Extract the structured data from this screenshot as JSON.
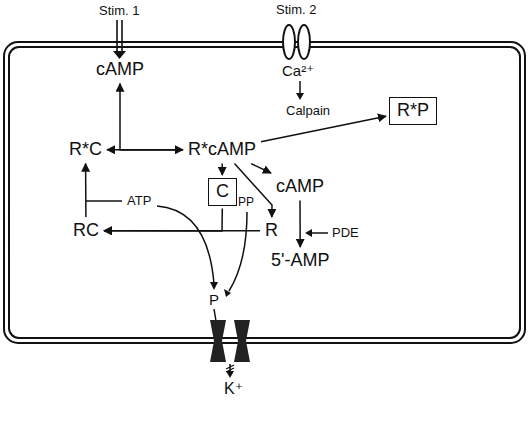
{
  "diagram": {
    "nodes": [
      {
        "text": [
          "cAMP"
        ]
      },
      {
        "text": [
          "R*P"
        ]
      },
      {
        "text": [
          "R*C"
        ]
      },
      {
        "text": [
          "R*cAMP"
        ]
      },
      {
        "text": [
          "C"
        ]
      },
      {
        "text": [
          "cAMP"
        ]
      },
      {
        "text": [
          "RC"
        ]
      },
      {
        "text": [
          "R"
        ]
      },
      {
        "text": [
          "5'-AMP"
        ]
      }
    ],
    "edges": [
      {
        "from": 2,
        "to": 3,
        "arrow": "both"
      },
      {
        "from": 3,
        "to": 0,
        "arrow": "to"
      },
      {
        "from": 3,
        "to": 1,
        "label": "Calpain",
        "arrow": "to"
      },
      {
        "from": 3,
        "to": 4,
        "arrow": "to"
      },
      {
        "from": 3,
        "to": 5,
        "arrow": "to"
      },
      {
        "from": 3,
        "to": 7,
        "arrow": "to"
      },
      {
        "from": 5,
        "to": 8,
        "arrow": "to"
      },
      {
        "from": 7,
        "to": 6,
        "arrow": "to"
      },
      {
        "from": 4,
        "to": 6,
        "arrow": "to"
      },
      {
        "from": 6,
        "to": 2,
        "arrow": "to"
      }
    ],
    "labels": [
      "Stim. 1",
      "Stim. 2",
      "Ca²⁺",
      "ATP",
      "PP",
      "PDE",
      "P",
      "K⁺"
    ]
  }
}
